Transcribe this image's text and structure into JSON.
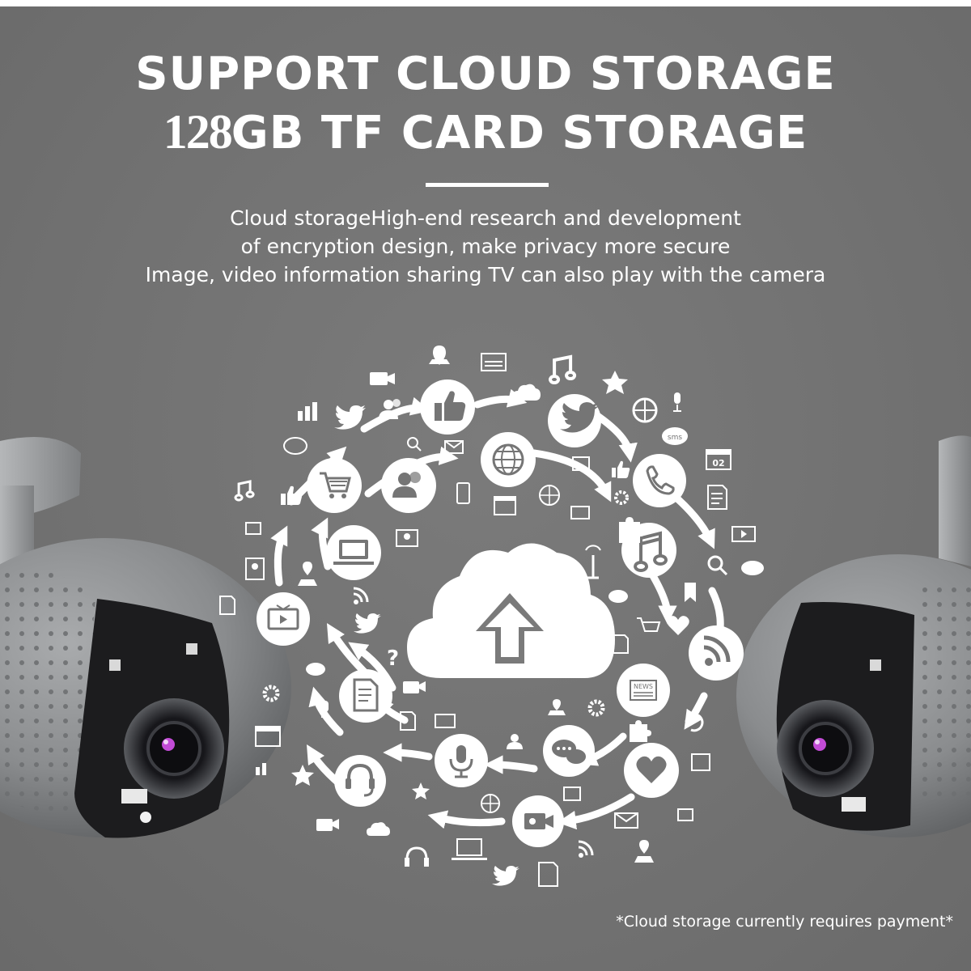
{
  "headline": {
    "line1": "SUPPORT CLOUD STORAGE",
    "line2_number": "128",
    "line2_rest": "GB TF CARD STORAGE"
  },
  "description": [
    "Cloud storageHigh-end research and development",
    "of encryption design, make privacy more secure",
    "Image, video information sharing TV can also play with the camera"
  ],
  "icon_labels": {
    "news": "NEWS",
    "sms": "sms",
    "calendar": "02"
  },
  "footnote": "*Cloud storage currently requires payment*",
  "colors": {
    "background": "#727272",
    "text": "#ffffff",
    "icon": "#ffffff",
    "camera_body": "#8e9092",
    "camera_face": "#1c1c1e",
    "lens_highlight": "#c24bd6"
  },
  "icons": [
    "cloud-upload-icon",
    "thumbs-up-icon",
    "twitter-bird-icon",
    "phone-icon",
    "music-note-icon",
    "rss-feed-icon",
    "heart-icon",
    "chat-bubbles-icon",
    "camera-icon",
    "microphone-icon",
    "headset-icon",
    "document-icon",
    "tv-icon",
    "laptop-icon",
    "contacts-icon",
    "shopping-cart-icon",
    "globe-icon",
    "news-icon",
    "star-icon",
    "envelope-icon",
    "map-pin-icon",
    "sms-bubble-icon",
    "calendar-icon",
    "gear-icon",
    "question-mark-icon",
    "magnifier-icon",
    "puzzle-icon",
    "bookmark-icon",
    "wifi-tower-icon"
  ]
}
